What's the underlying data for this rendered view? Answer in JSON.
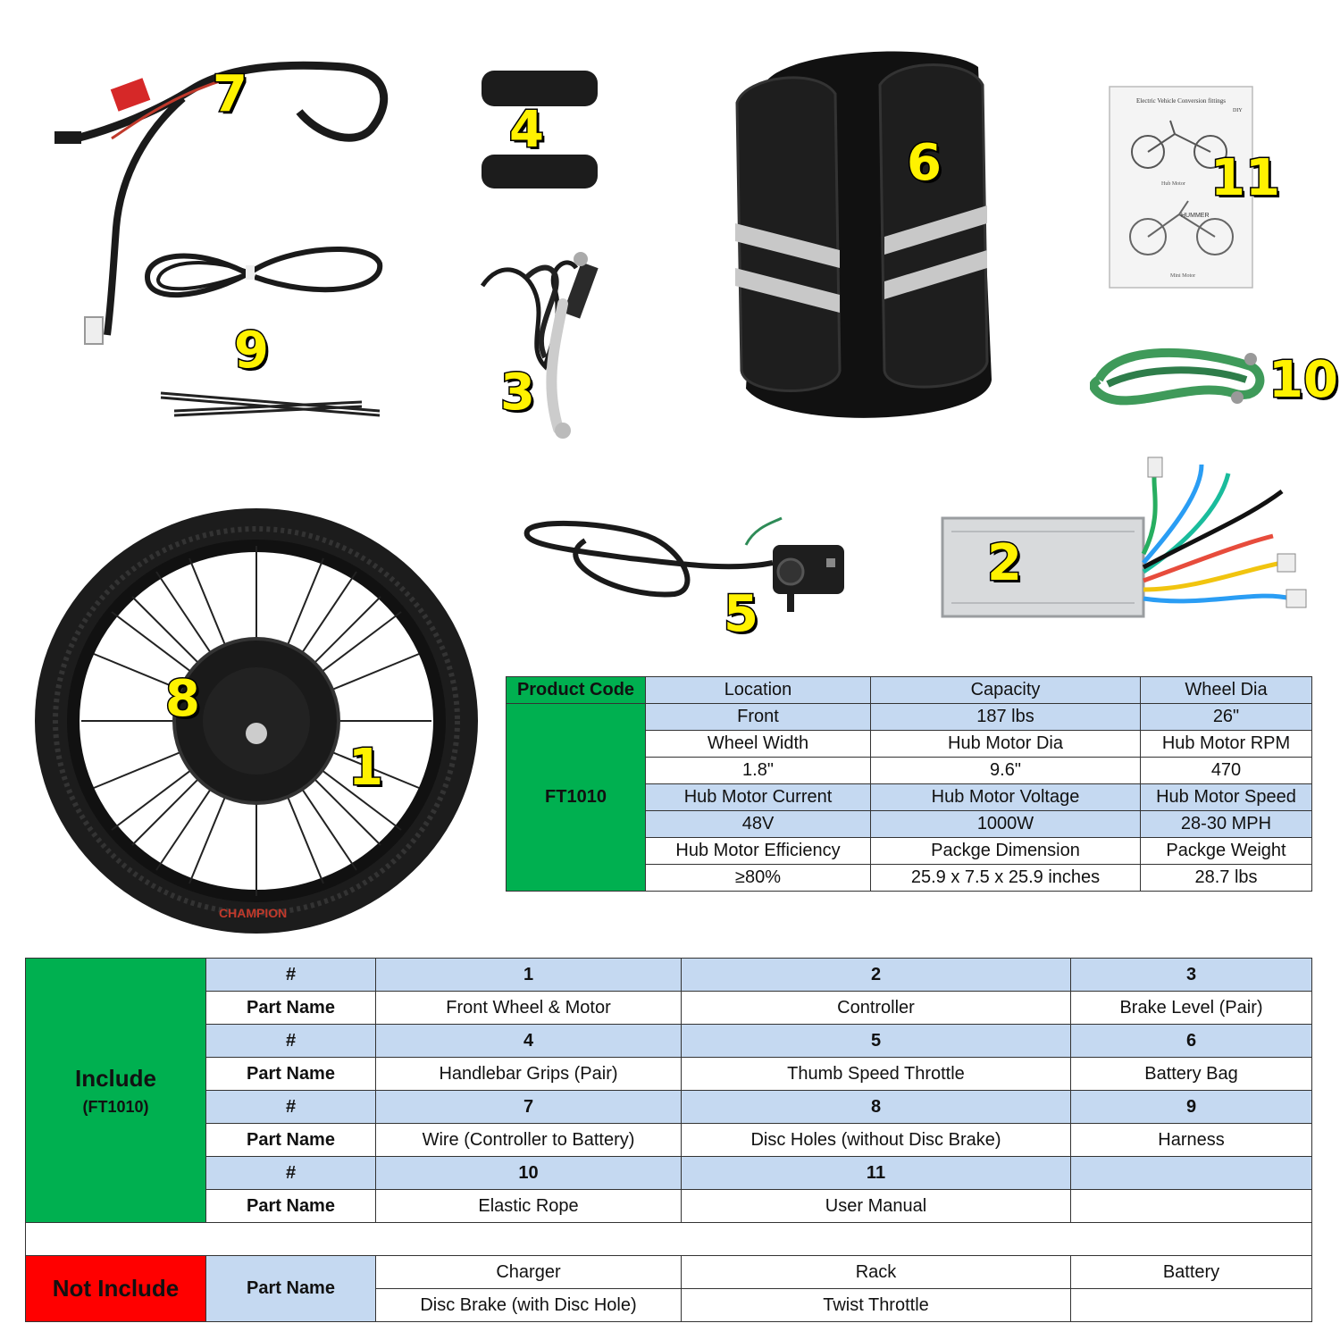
{
  "part_labels": [
    "1",
    "2",
    "3",
    "4",
    "5",
    "6",
    "7",
    "8",
    "9",
    "10",
    "11"
  ],
  "manual": {
    "title": "Electric Vehicle Conversion fittings",
    "sub": "DIY",
    "caption1": "Hub Motor",
    "brand": "HUMMER",
    "caption2": "Mini Motor"
  },
  "tire_brand": "CHAMPION",
  "spec_table": {
    "product_code_label": "Product Code",
    "product_code": "FT1010",
    "rows": [
      [
        "Location",
        "Capacity",
        "Wheel Dia"
      ],
      [
        "Front",
        "187 lbs",
        "26\""
      ],
      [
        "Wheel Width",
        "Hub Motor Dia",
        "Hub Motor RPM"
      ],
      [
        "1.8\"",
        "9.6\"",
        "470"
      ],
      [
        "Hub Motor Current",
        "Hub Motor Voltage",
        "Hub Motor Speed"
      ],
      [
        "48V",
        "1000W",
        "28-30 MPH"
      ],
      [
        "Hub Motor Efficiency",
        "Packge Dimension",
        "Packge Weight"
      ],
      [
        "≥80%",
        "25.9 x 7.5 x 25.9 inches",
        "28.7 lbs"
      ]
    ]
  },
  "parts_table": {
    "include_label": "Include",
    "include_code": "(FT1010)",
    "num_label": "#",
    "name_label": "Part Name",
    "groups": [
      {
        "nums": [
          "1",
          "2",
          "3"
        ],
        "names": [
          "Front Wheel & Motor",
          "Controller",
          "Brake Level (Pair)"
        ]
      },
      {
        "nums": [
          "4",
          "5",
          "6"
        ],
        "names": [
          "Handlebar Grips (Pair)",
          "Thumb Speed Throttle",
          "Battery Bag"
        ]
      },
      {
        "nums": [
          "7",
          "8",
          "9"
        ],
        "names": [
          "Wire (Controller to Battery)",
          "Disc Holes (without Disc Brake)",
          "Harness"
        ]
      },
      {
        "nums": [
          "10",
          "11",
          ""
        ],
        "names": [
          "Elastic Rope",
          "User Manual",
          ""
        ]
      }
    ],
    "not_include_label": "Not Include",
    "not_include_rows": [
      [
        "Charger",
        "Rack",
        "Battery"
      ],
      [
        "Disc Brake (with Disc Hole)",
        "Twist Throttle",
        ""
      ]
    ]
  },
  "colors": {
    "label_fill": "#fff200",
    "green": "#00b050",
    "red": "#ff0000",
    "blue": "#c5d9f1"
  }
}
